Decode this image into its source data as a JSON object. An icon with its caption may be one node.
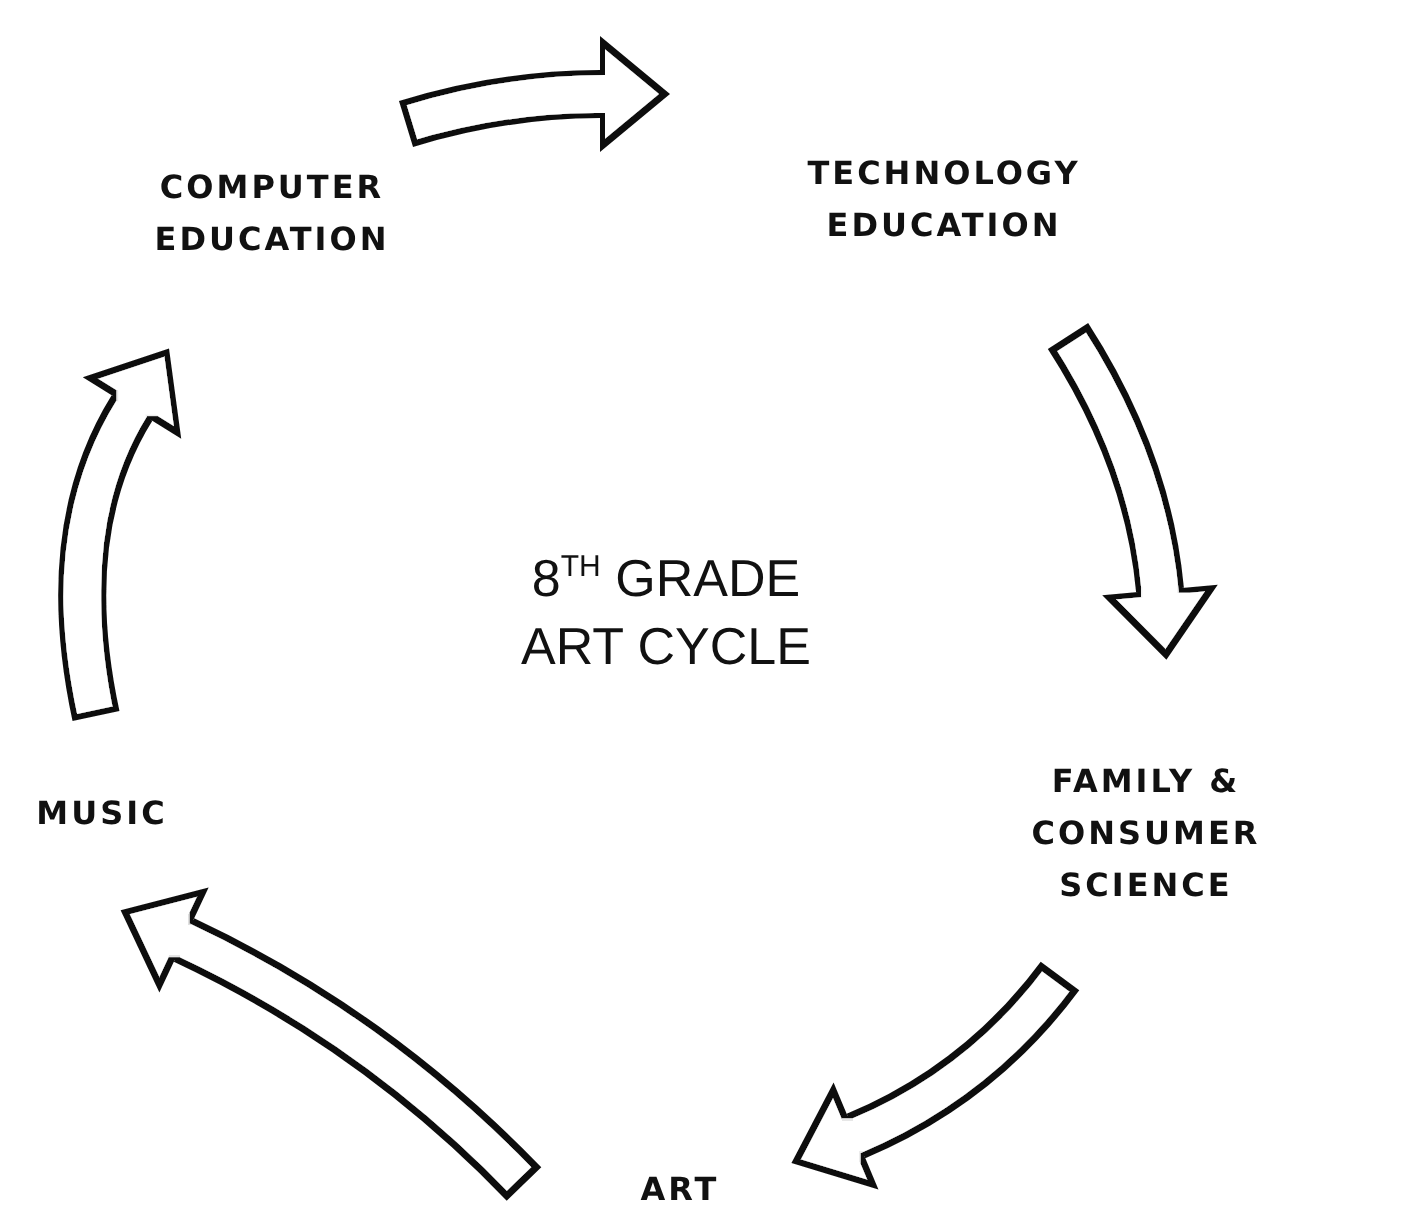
{
  "diagram": {
    "title": "8$^{TH}$ GRADE ART CYCLE",
    "nodes": [
      {
        "text": [
          "COMPUTER EDUCATION"
        ]
      },
      {
        "text": [
          "TECHNOLOGY EDUCATION"
        ]
      },
      {
        "text": [
          "FAMILY & CONSUMER SCIENCE"
        ]
      },
      {
        "text": [
          "ART"
        ]
      },
      {
        "text": [
          "MUSIC"
        ]
      }
    ],
    "edges": [
      {
        "from": 0,
        "to": 1,
        "arrow": "to"
      },
      {
        "from": 1,
        "to": 2,
        "arrow": "to"
      },
      {
        "from": 2,
        "to": 3,
        "arrow": "to"
      },
      {
        "from": 3,
        "to": 4,
        "arrow": "to"
      },
      {
        "from": 4,
        "to": 0,
        "arrow": "to"
      }
    ]
  }
}
